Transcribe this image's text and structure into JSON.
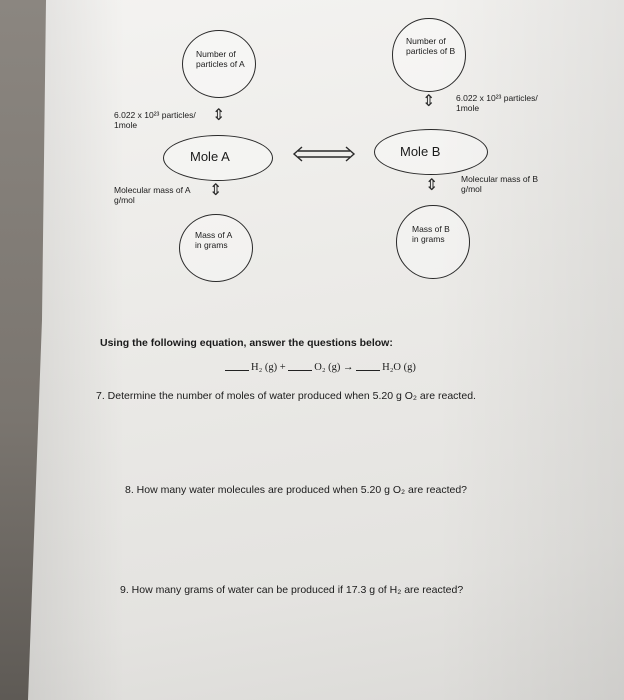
{
  "diagram": {
    "particles_a": "Number of particles of A",
    "particles_b": "Number of particles of B",
    "avogadro_a_line1": "6.022 x 10²³ particles/",
    "avogadro_a_line2": "1mole",
    "avogadro_b_line1": "6.022 x 10²³ particles/",
    "avogadro_b_line2": "1mole",
    "mole_a": "Mole A",
    "mole_b": "Mole B",
    "molar_mass_a_line1": "Molecular mass of A",
    "molar_mass_a_line2": "g/mol",
    "molar_mass_b_line1": "Molecular mass of B",
    "molar_mass_b_line2": "g/mol",
    "mass_a_line1": "Mass of A",
    "mass_a_line2": "in grams",
    "mass_b_line1": "Mass of B",
    "mass_b_line2": "in grams"
  },
  "instructions": "Using the following equation, answer the questions below:",
  "equation": {
    "h2": "H₂ (g) +",
    "o2": "O₂ (g) →",
    "h2o": "H₂O (g)"
  },
  "questions": [
    "7. Determine the number of moles of water produced when 5.20 g O₂ are reacted.",
    "8. How many water molecules are produced when 5.20 g O₂ are reacted?",
    "9. How many grams of water can be produced if 17.3 g of H₂ are reacted?"
  ]
}
